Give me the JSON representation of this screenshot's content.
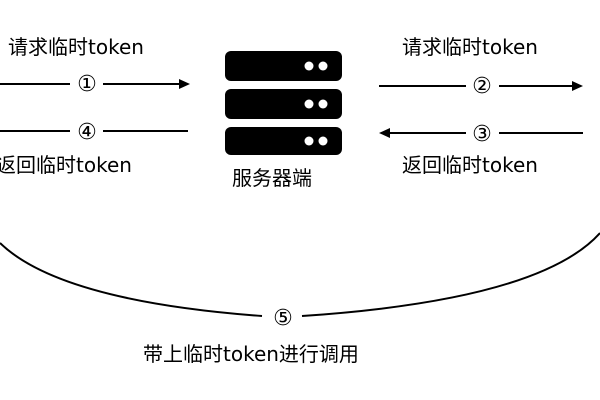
{
  "labels": {
    "left_request": "请求临时token",
    "left_return": "返回临时token",
    "right_request": "请求临时token",
    "right_return": "返回临时token",
    "server": "服务器端",
    "bottom": "带上临时token进行调用"
  },
  "steps": {
    "s1": "①",
    "s2": "②",
    "s3": "③",
    "s4": "④",
    "s5": "⑤"
  },
  "icons": {
    "server": "server-icon"
  },
  "colors": {
    "line": "#000000",
    "server_fill": "#000000",
    "server_dots": "#ffffff",
    "background": "#ffffff"
  }
}
